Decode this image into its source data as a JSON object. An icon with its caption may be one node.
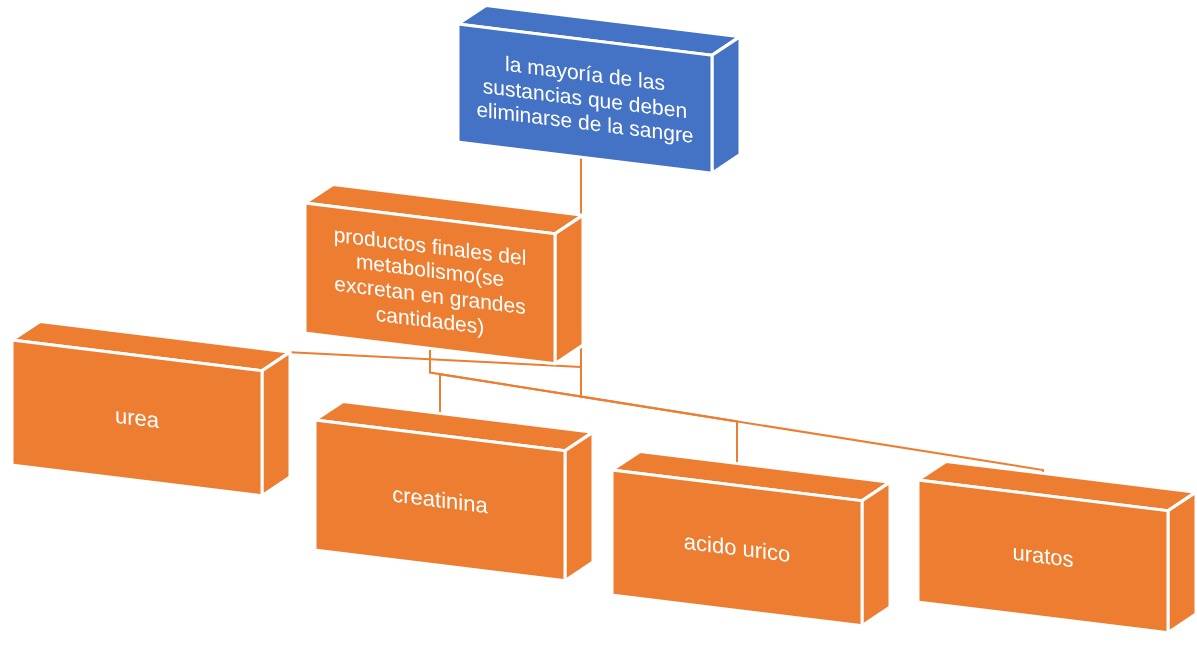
{
  "diagram": {
    "nodes": [
      {
        "text": [
          "la mayoría de las sustancias que deben eliminarse de la sangre"
        ]
      },
      {
        "text": [
          "productos finales del metabolismo(se excretan en grandes cantidades)"
        ]
      },
      {
        "text": [
          "urea"
        ]
      },
      {
        "text": [
          "creatinina"
        ]
      },
      {
        "text": [
          "acido urico"
        ]
      },
      {
        "text": [
          "uratos"
        ]
      }
    ],
    "edges": [
      {
        "from": 0,
        "to": 1,
        "arrow": "none"
      },
      {
        "from": 1,
        "to": 2,
        "arrow": "none"
      },
      {
        "from": 1,
        "to": 3,
        "arrow": "none"
      },
      {
        "from": 1,
        "to": 4,
        "arrow": "none"
      },
      {
        "from": 1,
        "to": 5,
        "arrow": "none"
      }
    ]
  }
}
